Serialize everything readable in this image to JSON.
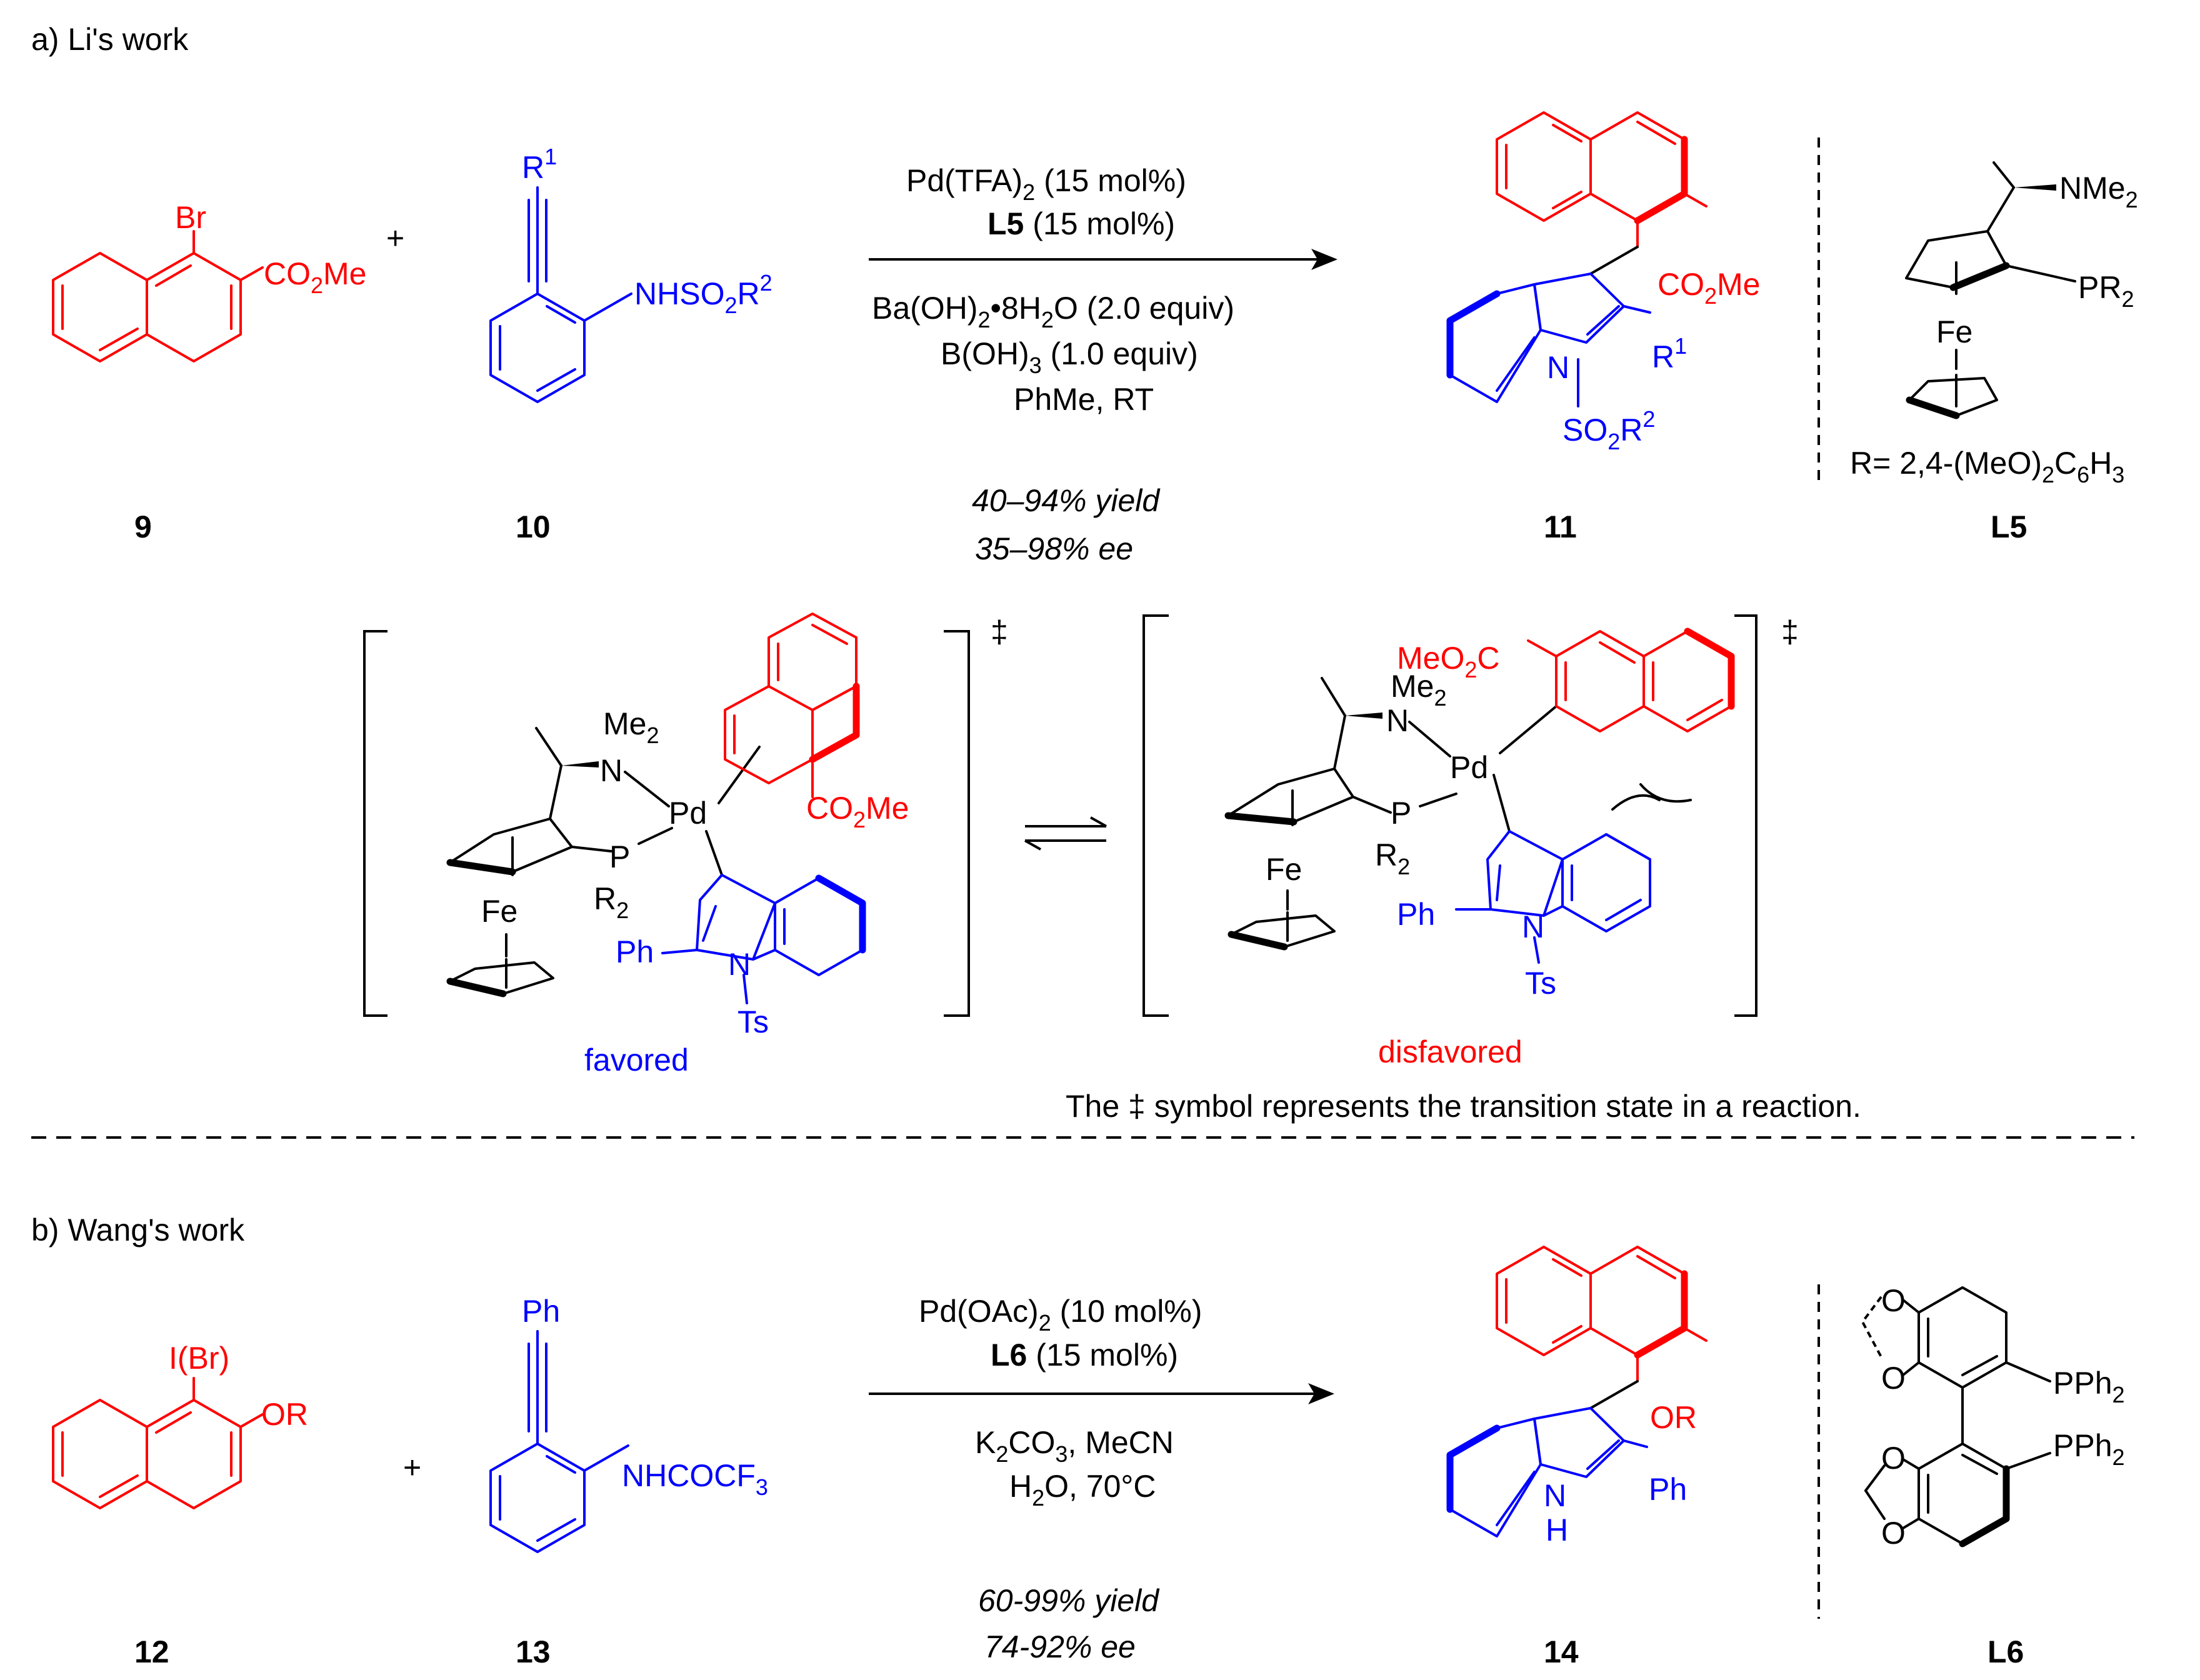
{
  "sections": {
    "a_title": "a) Li's work",
    "b_title": "b) Wang's work",
    "ts_note": "The ‡ symbol represents the transition state in a reaction."
  },
  "compounds": {
    "c9": "9",
    "c10": "10",
    "c11": "11",
    "cL5": "L5",
    "c12": "12",
    "c13": "13",
    "c14": "14",
    "cL6": "L6"
  },
  "reaction_a": {
    "cat": "Pd(TFA)",
    "cat_sub": "2",
    "cat_rest": " (15 mol%)",
    "ligand": "L5",
    "ligand_rest": " (15 mol%)",
    "base": "Ba(OH)",
    "base_sub": "2",
    "base_mid": "•8H",
    "base_sub2": "2",
    "base_rest": "O (2.0 equiv)",
    "additive": "B(OH)",
    "additive_sub": "3",
    "additive_rest": " (1.0 equiv)",
    "solvent": "PhMe, RT",
    "yield": "40–94% yield",
    "ee": "35–98% ee"
  },
  "reaction_b": {
    "cat": "Pd(OAc)",
    "cat_sub": "2",
    "cat_rest": " (10 mol%)",
    "ligand": "L6",
    "ligand_rest": " (15 mol%)",
    "base": "K",
    "base_sub": "2",
    "base_rest": "CO",
    "base_sub2": "3",
    "base_rest2": ", MeCN",
    "solvent": "H",
    "solvent_sub": "2",
    "solvent_rest": "O, 70°C",
    "yield": "60-99% yield",
    "ee": "74-92% ee"
  },
  "labels": {
    "br": "Br",
    "co2me_a": "CO",
    "co2me_sub": "2",
    "co2me_b": "Me",
    "plus": "+",
    "r1": "R",
    "r1_sup": "1",
    "nhso2r2_a": "NHSO",
    "nhso2r2_sub": "2",
    "nhso2r2_b": "R",
    "nhso2r2_sup": "2",
    "n": "N",
    "so2r2_a": "SO",
    "so2r2_sub": "2",
    "so2r2_b": "R",
    "so2r2_sup": "2",
    "nme2_a": "NMe",
    "nme2_sub": "2",
    "pr2_a": "PR",
    "pr2_sub": "2",
    "fe": "Fe",
    "r_def_a": "R= 2,4-(MeO)",
    "r_def_sub": "2",
    "r_def_b": "C",
    "r_def_sub2": "6",
    "r_def_c": "H",
    "r_def_sub3": "3",
    "me2_a": "Me",
    "me2_sub": "2",
    "pd": "Pd",
    "p": "P",
    "r2_a": "R",
    "r2_sub": "2",
    "ph": "Ph",
    "ts": "Ts",
    "dagger": "‡",
    "meo2c_a": "MeO",
    "meo2c_sub": "2",
    "meo2c_b": "C",
    "favored": "favored",
    "disfavored": "disfavored",
    "ibr": "I(Br)",
    "or": "OR",
    "nhcocf3_a": "NHCOCF",
    "nhcocf3_sub": "3",
    "h": "H",
    "pph2_a": "PPh",
    "pph2_sub": "2",
    "o": "O"
  },
  "colors": {
    "reactant_naphthyl": "#ff0000",
    "reactant_aniline": "#0000ff",
    "ink": "#000000"
  }
}
